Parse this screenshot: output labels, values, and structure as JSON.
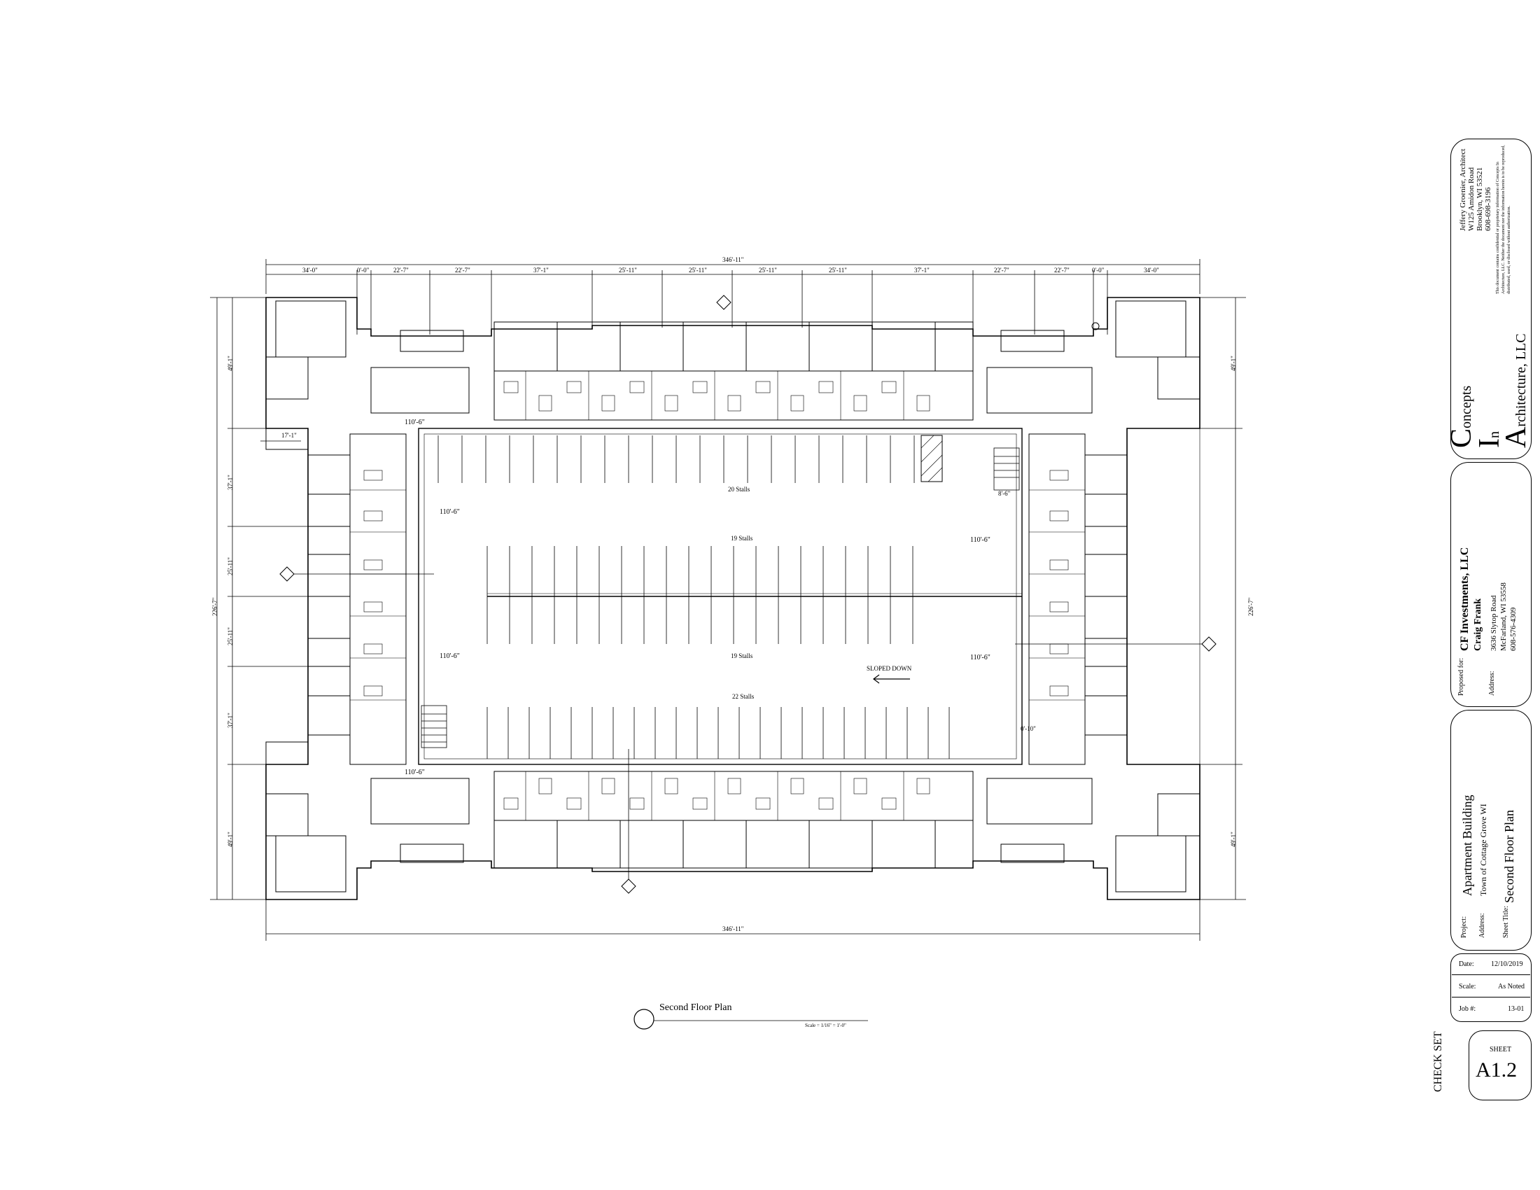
{
  "drawing": {
    "overall_width": "346'-11\"",
    "overall_depth": "226'-7\"",
    "top_dims": [
      "34'-0\"",
      "0'-0\"",
      "22'-7\"",
      "22'-7\"",
      "37'-1\"",
      "25'-11\"",
      "25'-11\"",
      "25'-11\"",
      "25'-11\"",
      "37'-1\"",
      "22'-7\"",
      "22'-7\"",
      "0'-0\"",
      "34'-0\""
    ],
    "left_dims": [
      "49'-1\"",
      "37'-1\"",
      "25'-11\"",
      "25'-11\"",
      "37'-1\"",
      "49'-1\""
    ],
    "right_dims": [
      "49'-1\"",
      "49'-1\""
    ],
    "wing_dim": "17'-1\"",
    "garage_dims": [
      "110'-6\"",
      "110'-6\"",
      "110'-6\"",
      "110'-6\"",
      "110'-6\"",
      "110'-6\""
    ],
    "stall_labels": [
      "20 Stalls",
      "19 Stalls",
      "19 Stalls",
      "22 Stalls"
    ],
    "slope_label": "SLOPED DOWN",
    "misc_dims": [
      "8'-6\"",
      "0'-10\""
    ],
    "plan_title": "Second Floor Plan",
    "plan_scale": "Scale = 1/16\" = 1'-0\""
  },
  "title_block": {
    "architect": {
      "name": "Jeffery Groenier, Architect",
      "address1": "W125 Amidon Road",
      "address2": "Brooklyn, WI 53521",
      "phone": "608-698-3196",
      "notice": "This document contains confidential or proprietary information of Concepts In Architecture, LLC. Neither the document nor the information herein is to be reproduced, distributed, used, or disclosed without authorization."
    },
    "firm": {
      "letter1": "C",
      "word1": "oncepts",
      "letter2": "I",
      "word2": "n",
      "letter3": "A",
      "word3": "rchitecture, LLC"
    },
    "client": {
      "proposed_for_label": "Proposed for:",
      "company": "CF Investments, LLC",
      "contact": "Craig Frank",
      "address_label": "Address:",
      "address1": "3636 Slytop Road",
      "address2": "McFarland, WI 53558",
      "phone": "608-576-4309"
    },
    "project": {
      "project_label": "Project:",
      "name": "Apartment Building",
      "address_label": "Address:",
      "address": "Town of Cottage Grove WI",
      "sheet_title_label": "Sheet Title:",
      "sheet_title": "Second Floor Plan"
    },
    "info": {
      "date_label": "Date:",
      "date": "12/10/2019",
      "scale_label": "Scale:",
      "scale": "As Noted",
      "job_label": "Job #:",
      "job": "13-01"
    },
    "sheet": {
      "label": "SHEET",
      "number": "A1.2"
    },
    "check_set": "CHECK SET"
  }
}
